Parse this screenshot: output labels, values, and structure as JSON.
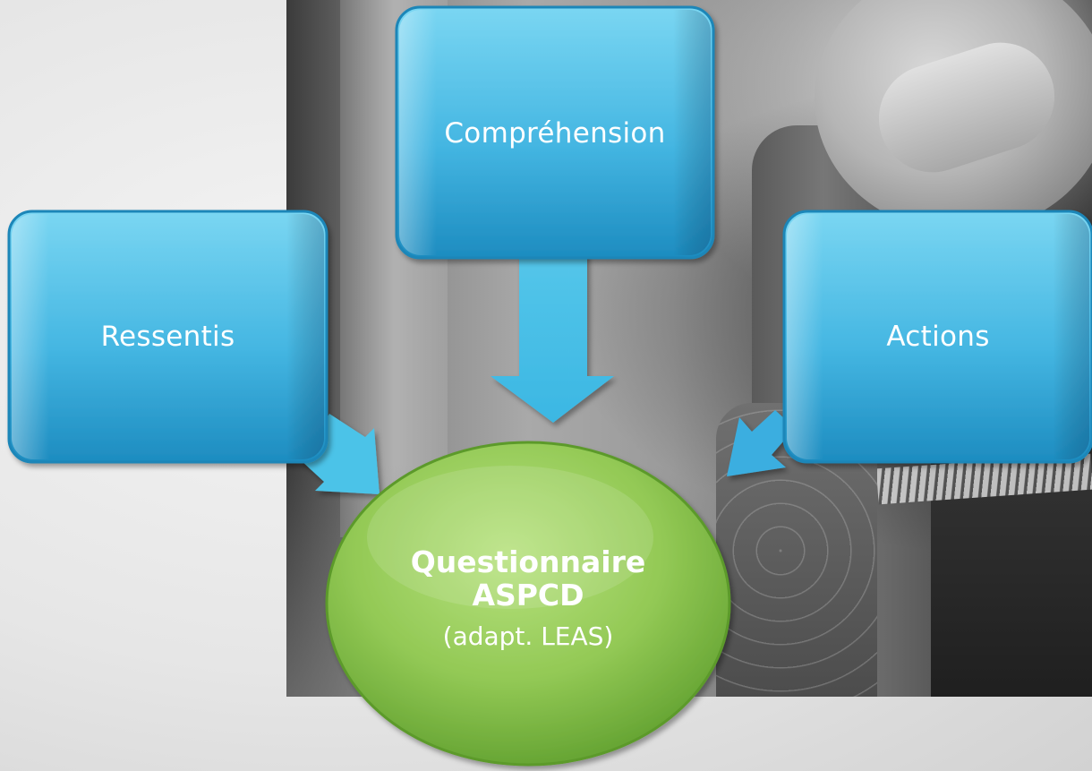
{
  "nodes": {
    "top": {
      "label": "Compréhension"
    },
    "left": {
      "label": "Ressentis"
    },
    "right": {
      "label": "Actions"
    },
    "center": {
      "title_line1": "Questionnaire",
      "title_line2": "ASPCD",
      "subtitle": "(adapt. LEAS)"
    }
  },
  "colors": {
    "box_light": "#6fd0ee",
    "box_dark": "#1e8fbf",
    "arrow": "#3fbde6",
    "ellipse_light": "#a8d86b",
    "ellipse_dark": "#5fa22e",
    "text": "#ffffff"
  },
  "edges": [
    {
      "from": "top",
      "to": "center"
    },
    {
      "from": "left",
      "to": "center"
    },
    {
      "from": "right",
      "to": "center"
    }
  ]
}
